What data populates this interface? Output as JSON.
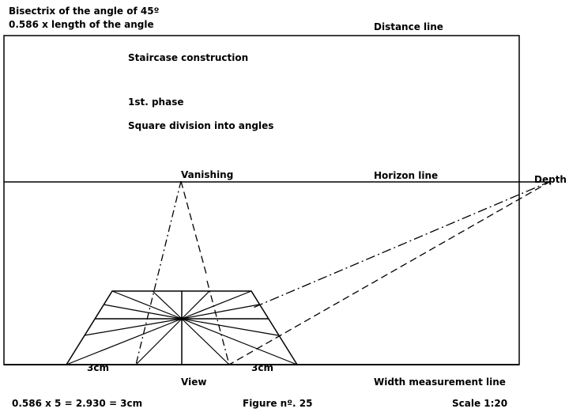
{
  "header": {
    "line1": "Bisectrix of the angle of 45º",
    "line2": "0.586 x length of the angle"
  },
  "labels": {
    "distance_line": "Distance line",
    "title": "Staircase construction",
    "phase": "1st. phase",
    "subtitle": "Square division into angles",
    "vanishing": "Vanishing",
    "horizon_line": "Horizon line",
    "depth": "Depth",
    "left_measure": "3cm",
    "right_measure": "3cm",
    "view": "View",
    "width_line": "Width measurement line"
  },
  "footer": {
    "formula": "0.586 x 5 = 2.930 = 3cm",
    "figure": "Figure nº. 25",
    "scale": "Scale 1:20"
  }
}
